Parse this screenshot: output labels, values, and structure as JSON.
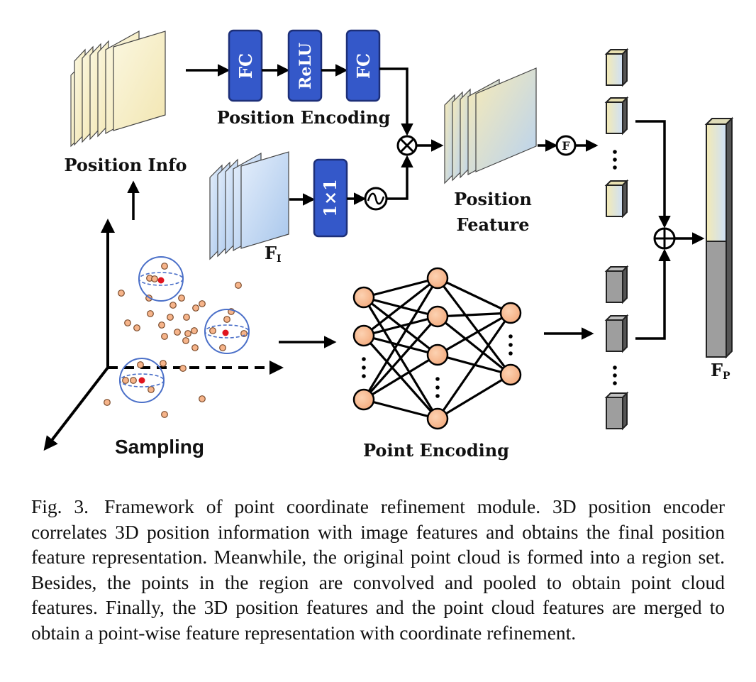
{
  "diagram": {
    "position_info_label": "Position Info",
    "position_encoding_label": "Position Encoding",
    "fc_label_1": "FC",
    "relu_label": "ReLU",
    "fc_label_2": "FC",
    "conv_label": "1×1",
    "f1_label": "F",
    "f1_sub": "I",
    "position_feature_label_1": "Position",
    "position_feature_label_2": "Feature",
    "f_circle_label": "F",
    "multiply_symbol": "⊗",
    "plus_symbol": "⊕",
    "sampling_label": "Sampling",
    "point_encoding_label": "Point Encoding",
    "fp_label": "F",
    "fp_sub": "P",
    "colors": {
      "block_blue": "#3458c9",
      "node_orange": "#f6b48a",
      "gray_feature": "#9e9e9e",
      "yellow_feature": "#f7f0c6",
      "blue_feature": "#c9dcf3",
      "center_red": "#e0141e",
      "sphere_blue": "#4a6fc8"
    }
  },
  "caption": {
    "label": "Fig. 3.",
    "text": "Framework of point coordinate refinement module. 3D position encoder correlates 3D position information with image features and obtains the final position feature representation. Meanwhile, the original point cloud is formed into a region set. Besides, the points in the region are convolved and pooled to obtain point cloud features. Finally, the 3D position features and the point cloud features are merged to obtain a point-wise feature representation with coordinate refinement."
  }
}
